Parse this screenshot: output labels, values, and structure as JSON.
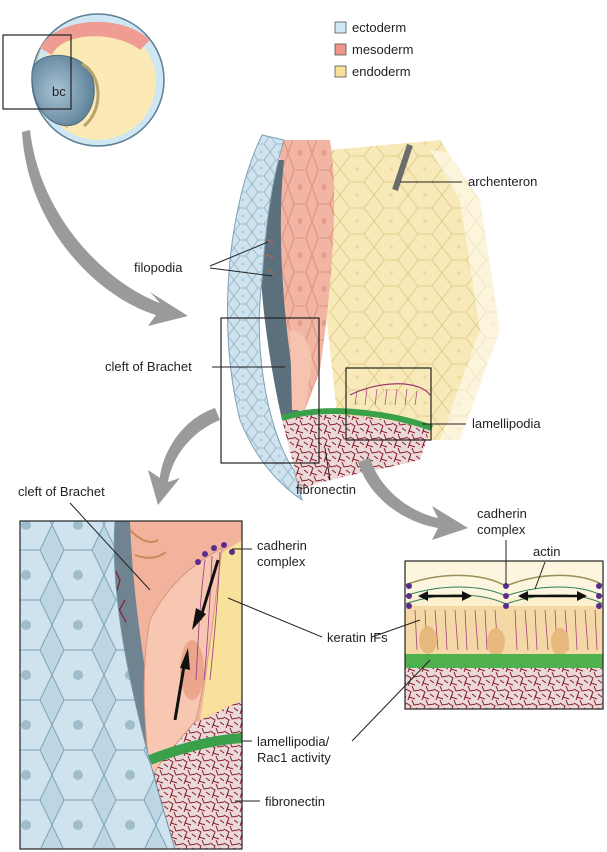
{
  "legend": [
    {
      "label": "ectoderm",
      "color": "#cfe6f3"
    },
    {
      "label": "mesoderm",
      "color": "#ee958c"
    },
    {
      "label": "endoderm",
      "color": "#f8e19a"
    }
  ],
  "embryo": {
    "bc_label": "bc"
  },
  "labels": {
    "archenteron": "archenteron",
    "filopodia": "filopodia",
    "cleft_main": "cleft of Brachet",
    "lamellipodia": "lamellipodia",
    "fibronectin_mid": "fibronectin",
    "cleft_inset": "cleft of Brachet",
    "cadherin_left_1": "cadherin",
    "cadherin_left_2": "complex",
    "keratin": "keratin IFs",
    "lamelli_rac_1": "lamellipodia/",
    "lamelli_rac_2": "Rac1 activity",
    "fibronectin_inset": "fibronectin",
    "cadherin_right_1": "cadherin",
    "cadherin_right_2": "complex",
    "actin": "actin"
  }
}
